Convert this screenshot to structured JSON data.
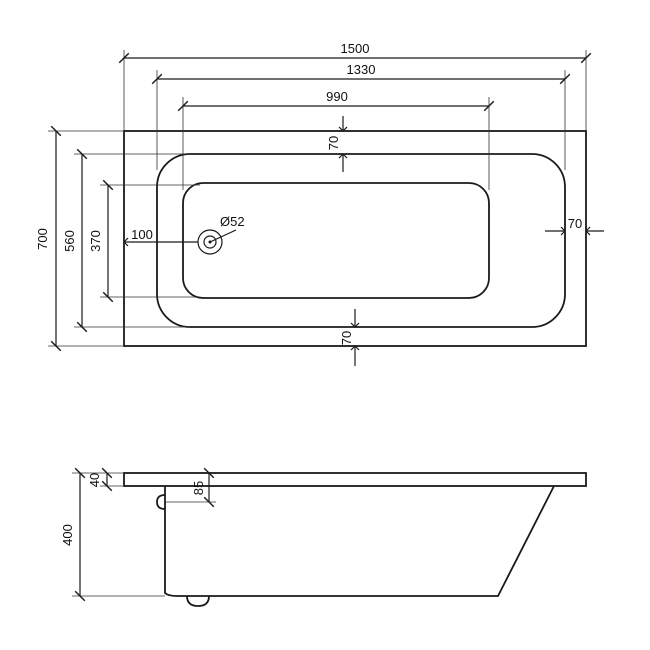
{
  "top_view": {
    "dims": {
      "overall_length": "1500",
      "inner_length": "1330",
      "floor_length": "990",
      "overall_width": "700",
      "inner_width": "560",
      "floor_width": "370",
      "rim_top": "70",
      "rim_bottom": "70",
      "rim_right": "70",
      "drain_offset": "100",
      "drain_diameter": "Ø52"
    }
  },
  "side_view": {
    "dims": {
      "total_height": "400",
      "rim_thickness": "40",
      "drain_height": "85"
    }
  }
}
